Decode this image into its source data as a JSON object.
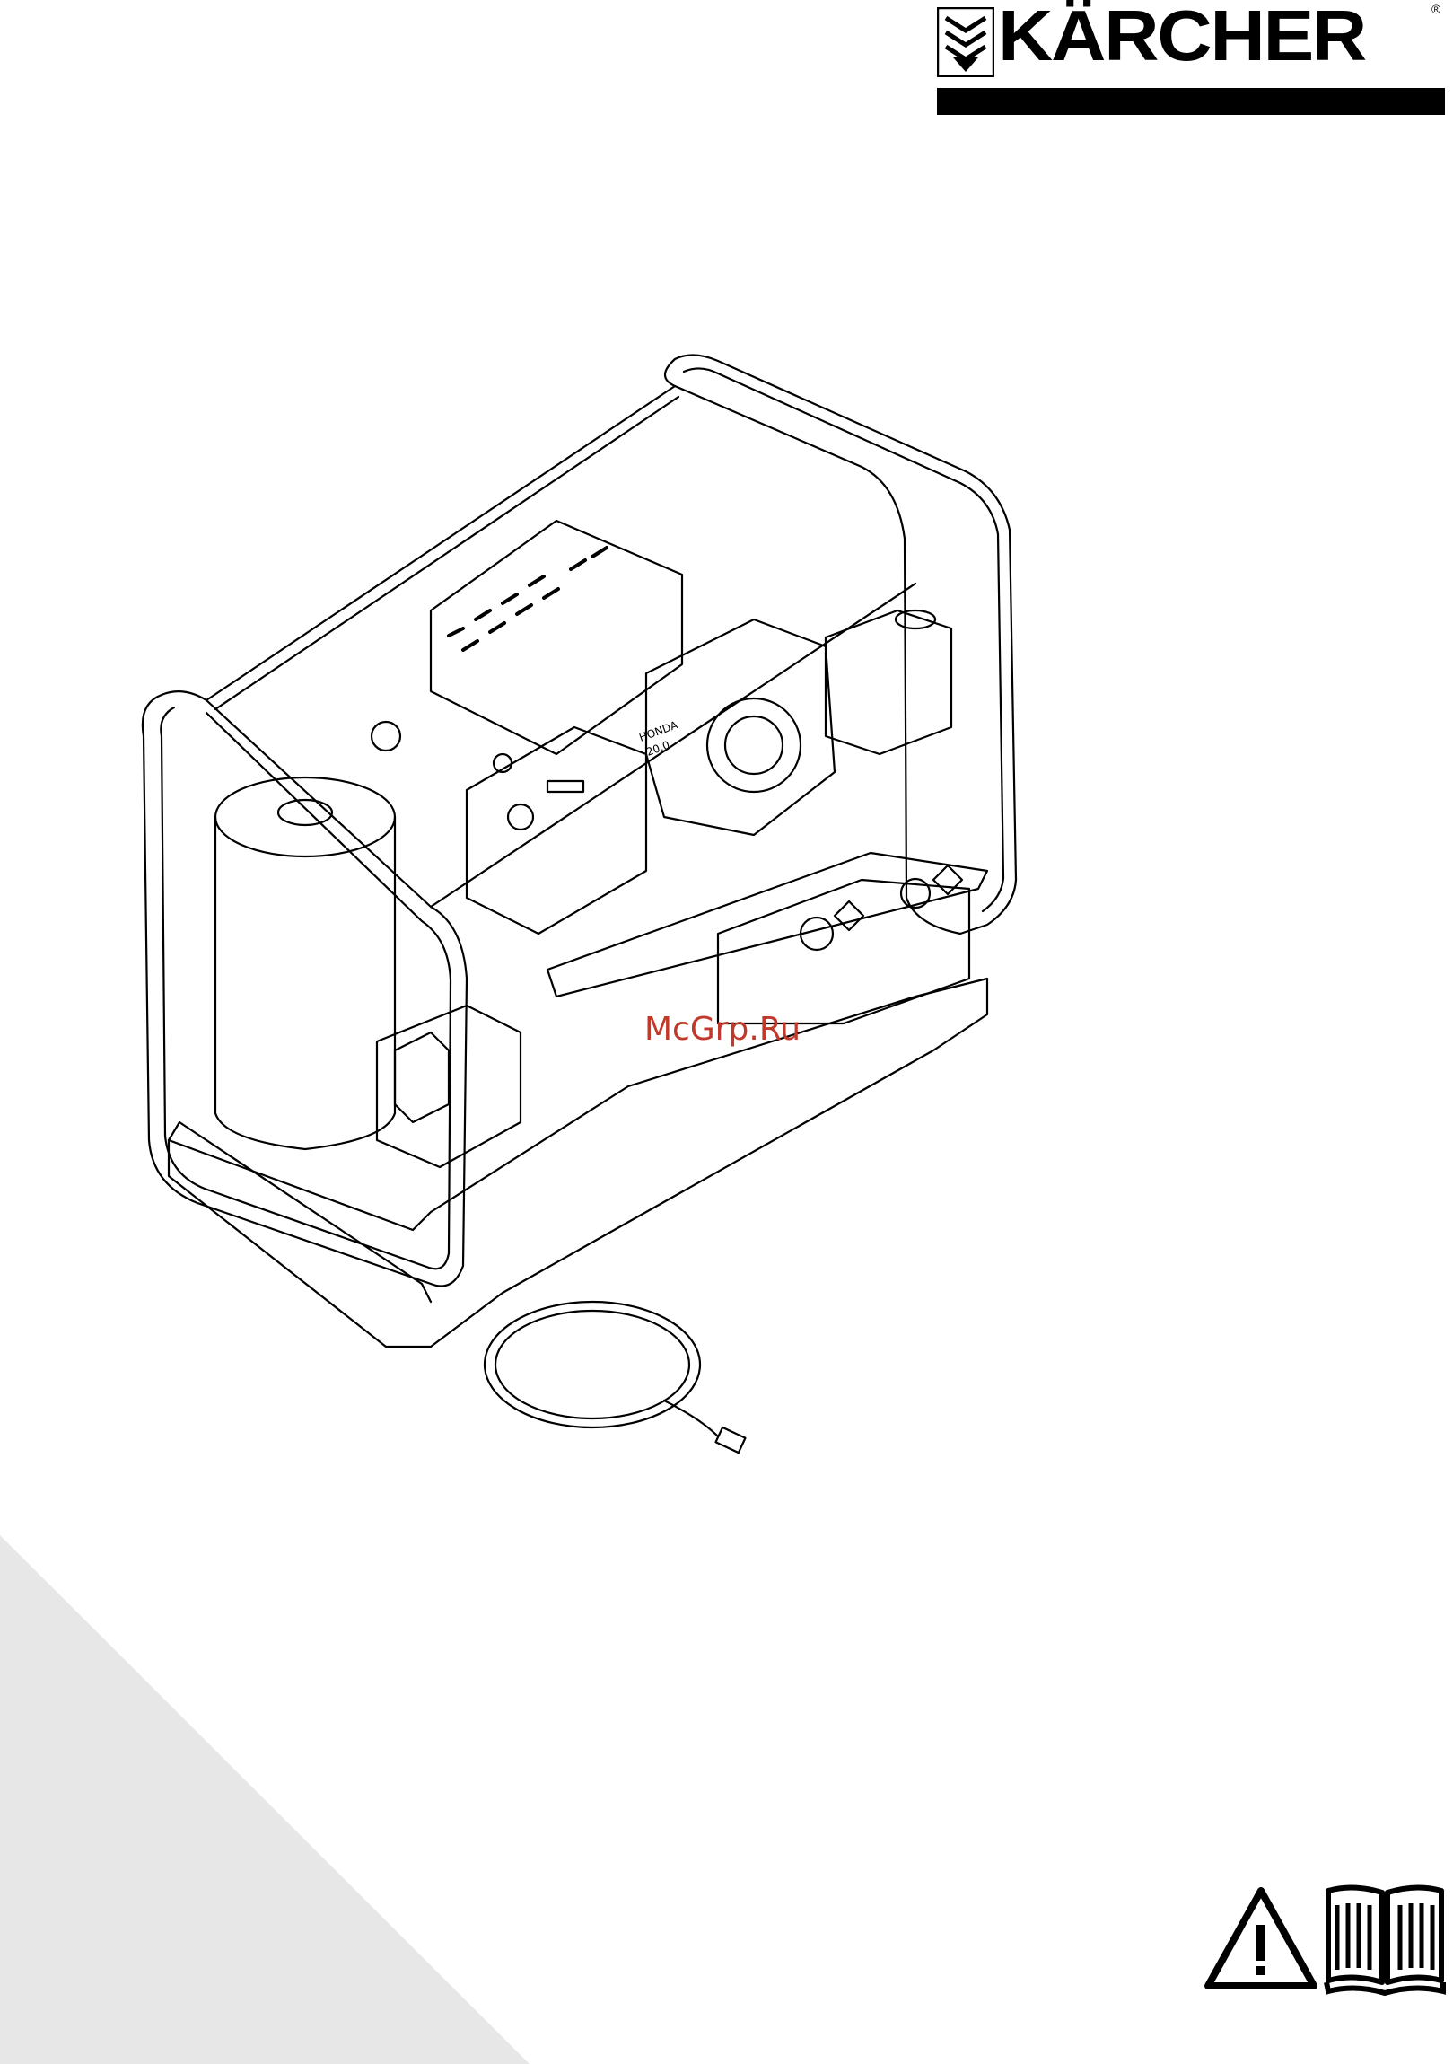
{
  "brand": {
    "name": "KÄRCHER",
    "registered_mark": "®"
  },
  "illustration": {
    "subject": "hot water pressure washer unit on frame",
    "label_engine_badge_1": "HONDA",
    "label_engine_badge_2": "20.0"
  },
  "watermark": {
    "text": "McGrp.Ru"
  },
  "icons": {
    "warning": "warning-triangle-icon",
    "manual": "read-manual-icon"
  },
  "colors": {
    "logo": "#000000",
    "background_wedge": "#e6e6e6",
    "watermark": "#c0392b"
  }
}
